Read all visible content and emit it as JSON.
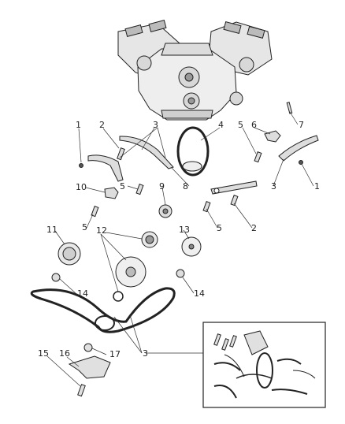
{
  "callouts": [
    {
      "id": "c1a",
      "label": "1"
    },
    {
      "id": "c2a",
      "label": "2"
    },
    {
      "id": "c3a",
      "label": "3"
    },
    {
      "id": "c4",
      "label": "4"
    },
    {
      "id": "c6",
      "label": "6"
    },
    {
      "id": "c7",
      "label": "7"
    },
    {
      "id": "c5a",
      "label": "5"
    },
    {
      "id": "c1b",
      "label": "1"
    },
    {
      "id": "c3b",
      "label": "3"
    },
    {
      "id": "c8",
      "label": "8"
    },
    {
      "id": "c10",
      "label": "10"
    },
    {
      "id": "c5b",
      "label": "5"
    },
    {
      "id": "c9",
      "label": "9"
    },
    {
      "id": "c5c",
      "label": "5"
    },
    {
      "id": "c5d",
      "label": "5"
    },
    {
      "id": "c2b",
      "label": "2"
    },
    {
      "id": "c11",
      "label": "11"
    },
    {
      "id": "c12",
      "label": "12"
    },
    {
      "id": "c13",
      "label": "13"
    },
    {
      "id": "c14a",
      "label": "14"
    },
    {
      "id": "c14b",
      "label": "14"
    },
    {
      "id": "c3c",
      "label": "3"
    },
    {
      "id": "c15",
      "label": "15"
    },
    {
      "id": "c16",
      "label": "16"
    },
    {
      "id": "c17",
      "label": "17"
    }
  ],
  "parts": {
    "engine": "engine-block",
    "chain_main": "timing-chain",
    "inset": "inset-detail"
  }
}
